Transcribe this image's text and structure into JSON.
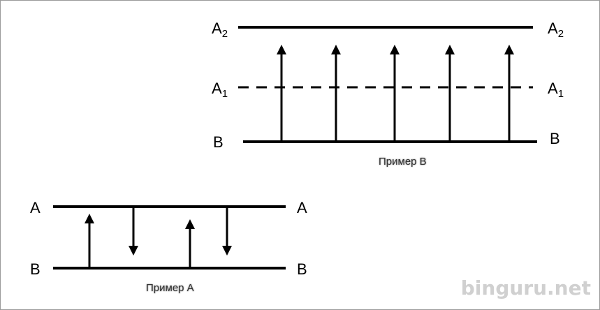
{
  "diagram_b": {
    "caption": "Пример B",
    "level_a2": {
      "letter": "A",
      "index": "2"
    },
    "level_a1": {
      "letter": "A",
      "index": "1"
    },
    "level_b": "B"
  },
  "diagram_a": {
    "caption": "Пример A",
    "level_a": "A",
    "level_b": "B"
  },
  "watermark": "binguru.net",
  "colors": {
    "line": "#000000",
    "caption": "#333333",
    "watermark": "#d0d0d0"
  }
}
